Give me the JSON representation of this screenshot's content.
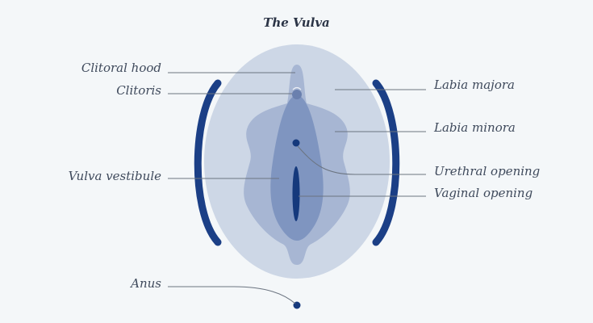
{
  "title": "The Vulva",
  "labels": {
    "clitoral_hood": "Clitoral hood",
    "clitoris": "Clitoris",
    "vulva_vestibule": "Vulva vestibule",
    "anus": "Anus",
    "labia_majora": "Labia majora",
    "labia_minora": "Labia minora",
    "urethral_opening": "Urethral opening",
    "vaginal_opening": "Vaginal opening"
  },
  "colors": {
    "background": "#f4f7f9",
    "outer_arc": "#1b3f86",
    "labia_majora": "#cdd7e6",
    "labia_minora": "#a7b6d3",
    "vestibule": "#7f95c0",
    "clitoris": "#6a80ae",
    "opening": "#15397c",
    "leader_line": "#6b7480",
    "text": "#3f4a5c"
  }
}
